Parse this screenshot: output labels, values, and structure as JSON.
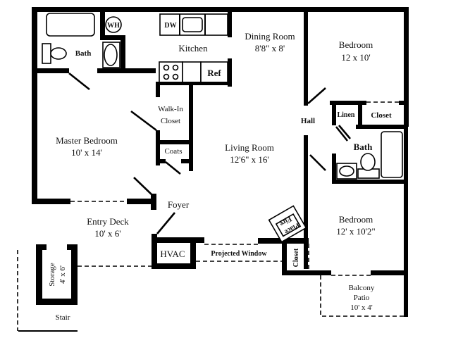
{
  "plan": {
    "rooms": {
      "bath1": {
        "name": "Bath"
      },
      "kitchen": {
        "name": "Kitchen"
      },
      "dining": {
        "name": "Dining Room",
        "size": "8'8\" x 8'"
      },
      "bedroom_top": {
        "name": "Bedroom",
        "size": "12 x 10'"
      },
      "master": {
        "name": "Master Bedroom",
        "size": "10' x 14'"
      },
      "walkin": {
        "name_line1": "Walk-In",
        "name_line2": "Closet"
      },
      "coats": {
        "name": "Coats"
      },
      "living": {
        "name": "Living Room",
        "size": "12'6\" x 16'"
      },
      "hall": {
        "name": "Hall"
      },
      "linen": {
        "name": "Linen"
      },
      "closet_top": {
        "name": "Closet"
      },
      "bath2": {
        "name": "Bath"
      },
      "foyer": {
        "name": "Foyer"
      },
      "entry_deck": {
        "name": "Entry Deck",
        "size": "10' x 6'"
      },
      "hvac": {
        "name": "HVAC"
      },
      "projected_window": {
        "name": "Projected Window"
      },
      "closet_small": {
        "name": "Closet"
      },
      "bedroom_bottom": {
        "name": "Bedroom",
        "size": "12' x 10'2\""
      },
      "balcony": {
        "name_line1": "Balcony",
        "name_line2": "Patio",
        "size": "10' x 4'"
      },
      "storage": {
        "name": "Storage",
        "size": "4' x 6'"
      },
      "stair": {
        "name": "Stair"
      }
    },
    "fixtures": {
      "water_heater": "WH",
      "dishwasher": "DW",
      "refrigerator": "Ref",
      "fireplace_line1": "Fire",
      "fireplace_line2": "Place"
    }
  }
}
